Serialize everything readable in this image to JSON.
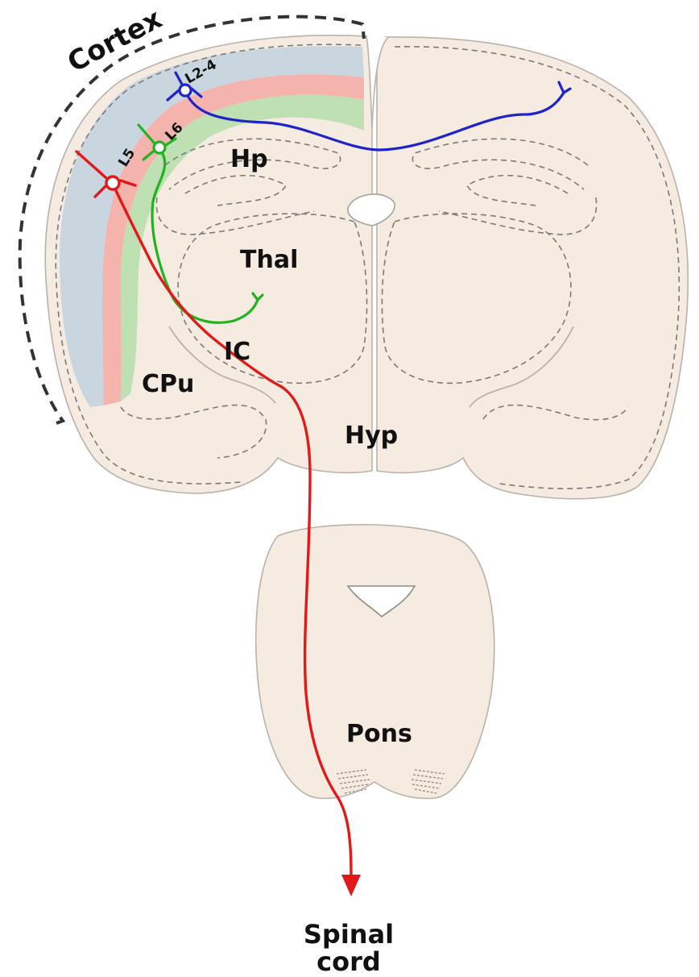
{
  "colors": {
    "tissue": "#f5ebe1",
    "layer_superficial": "#c9d6e0",
    "layer_l5": "#f4b4ad",
    "layer_l6": "#bfe0b2",
    "neuron_l2_4": "#1f23c8",
    "neuron_l5": "#e11919",
    "neuron_l6": "#1fb41f"
  },
  "labels": {
    "cortex": "Cortex",
    "hp": "Hp",
    "thal": "Thal",
    "ic": "IC",
    "cpu": "CPu",
    "hyp": "Hyp",
    "pons": "Pons",
    "spinal_line1": "Spinal",
    "spinal_line2": "cord"
  },
  "neurons": {
    "l2_4": "L2-4",
    "l5": "L5",
    "l6": "L6"
  }
}
